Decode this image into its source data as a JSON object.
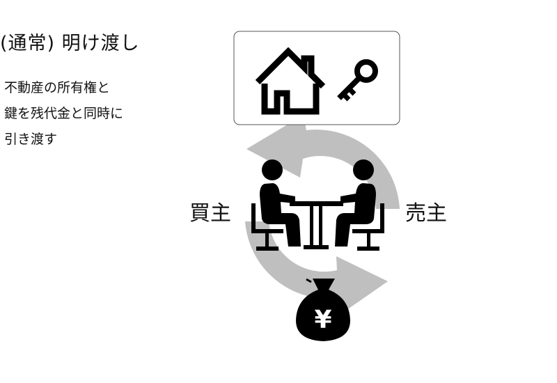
{
  "title": "(通常) 明け渡し",
  "description": {
    "lines": [
      "不動産の所有権と",
      "鍵を残代金と同時に",
      "引き渡す"
    ]
  },
  "parties": {
    "buyer": "買主",
    "seller": "売主"
  },
  "money_symbol": "¥",
  "icons": [
    "house-icon",
    "key-icon",
    "meeting-table-icon",
    "money-bag-yen-icon",
    "exchange-cycle-arrows-icon"
  ],
  "colors": {
    "text": "#111111",
    "arrow": "#bfbfbf",
    "icon": "#000000",
    "box_border": "#555555"
  }
}
